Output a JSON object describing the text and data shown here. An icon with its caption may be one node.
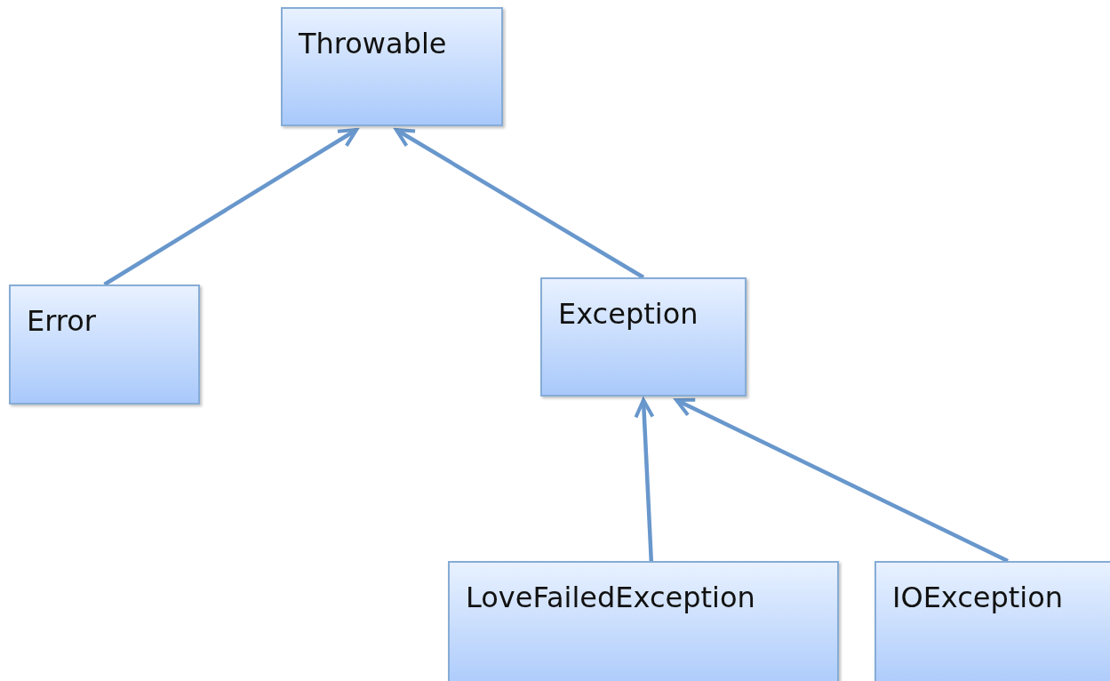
{
  "diagram": {
    "nodes": [
      {
        "text": [
          "Throwable"
        ]
      },
      {
        "text": [
          "Error"
        ]
      },
      {
        "text": [
          "Exception"
        ]
      },
      {
        "text": [
          "LoveFailedException"
        ]
      },
      {
        "text": [
          "IOException"
        ]
      }
    ],
    "edges": [
      {
        "from": 1,
        "to": 0,
        "arrow": "to"
      },
      {
        "from": 2,
        "to": 0,
        "arrow": "to"
      },
      {
        "from": 3,
        "to": 2,
        "arrow": "to"
      },
      {
        "from": 4,
        "to": 2,
        "arrow": "to"
      }
    ]
  }
}
